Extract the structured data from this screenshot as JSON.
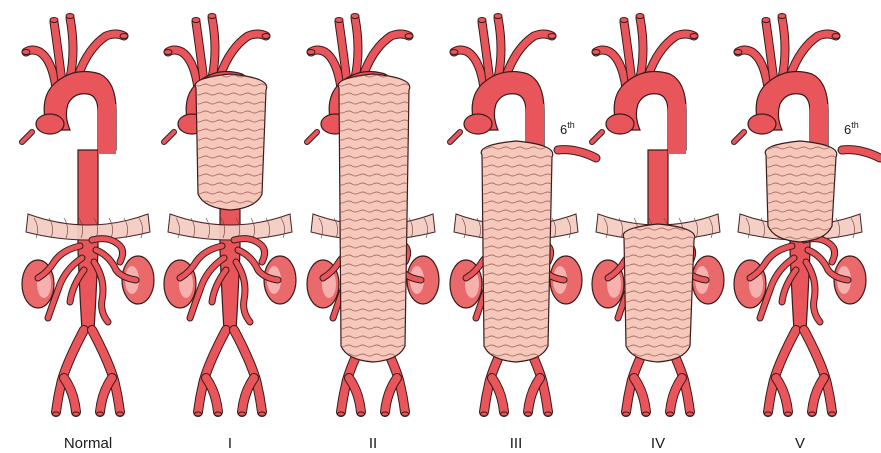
{
  "colors": {
    "artery": "#e8555a",
    "artery_dark": "#c43a40",
    "outline": "#3a1a1a",
    "aneurysm": "#f6c8bc",
    "aneurysm_stripe": "#8a4a45",
    "kidney": "#ea6a6c",
    "kidney_light": "#f6b0ae",
    "diaphragm": "#f3cdc3"
  },
  "panels": [
    {
      "label": "Normal",
      "extent": "none"
    },
    {
      "label": "I",
      "extent": "I"
    },
    {
      "label": "II",
      "extent": "II"
    },
    {
      "label": "III",
      "extent": "III",
      "rib_label": {
        "number": "6",
        "suffix": "th"
      }
    },
    {
      "label": "IV",
      "extent": "IV"
    },
    {
      "label": "V",
      "extent": "V",
      "rib_label": {
        "number": "6",
        "suffix": "th"
      }
    }
  ]
}
